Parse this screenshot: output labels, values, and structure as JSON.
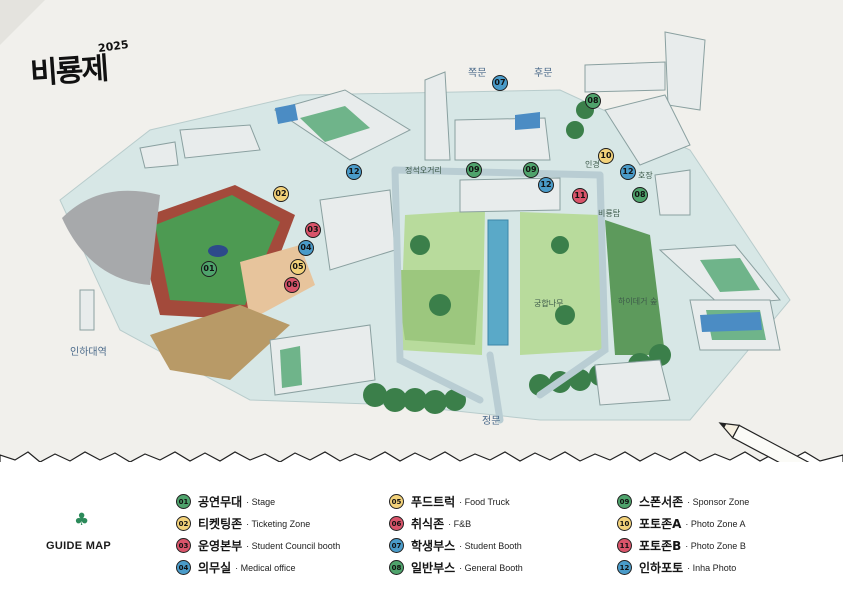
{
  "logo": {
    "name": "비룡제",
    "year": "2025"
  },
  "map_labels": {
    "east_gate": "쪽문",
    "back_gate": "후문",
    "main_gate": "정문",
    "crossroad": "정석오거리",
    "ingyeong": "인경",
    "hojang": "호장",
    "biryong_tower": "비룡탑",
    "tree": "궁합나무",
    "forest": "하이데거 숲",
    "station": "인하대역"
  },
  "pins": [
    {
      "number": "01",
      "color": "#4fa36c"
    },
    {
      "number": "02",
      "color": "#f3d27a"
    },
    {
      "number": "03",
      "color": "#d9546a"
    },
    {
      "number": "04",
      "color": "#4a9bc9"
    },
    {
      "number": "05",
      "color": "#f3d27a"
    },
    {
      "number": "06",
      "color": "#d9546a"
    },
    {
      "number": "07",
      "color": "#4a9bc9"
    },
    {
      "number": "08",
      "color": "#4fa36c"
    },
    {
      "number": "08",
      "color": "#4fa36c"
    },
    {
      "number": "09",
      "color": "#4fa36c"
    },
    {
      "number": "09",
      "color": "#4fa36c"
    },
    {
      "number": "10",
      "color": "#f3d27a"
    },
    {
      "number": "11",
      "color": "#d9546a"
    },
    {
      "number": "12",
      "color": "#4a9bc9"
    },
    {
      "number": "12",
      "color": "#4a9bc9"
    },
    {
      "number": "12",
      "color": "#4a9bc9"
    }
  ],
  "legend": {
    "title": "GUIDE MAP",
    "items": [
      {
        "number": "01",
        "ko": "공연무대",
        "en": "· Stage",
        "color": "#4fa36c"
      },
      {
        "number": "02",
        "ko": "티켓팅존",
        "en": "· Ticketing Zone",
        "color": "#f3d27a"
      },
      {
        "number": "03",
        "ko": "운영본부",
        "en": "· Student Council booth",
        "color": "#d9546a"
      },
      {
        "number": "04",
        "ko": "의무실",
        "en": "· Medical office",
        "color": "#4a9bc9"
      },
      {
        "number": "05",
        "ko": "푸드트럭",
        "en": "· Food Truck",
        "color": "#f3d27a"
      },
      {
        "number": "06",
        "ko": "취식존",
        "en": "· F&B",
        "color": "#d9546a"
      },
      {
        "number": "07",
        "ko": "학생부스",
        "en": "· Student Booth",
        "color": "#4a9bc9"
      },
      {
        "number": "08",
        "ko": "일반부스",
        "en": "· General Booth",
        "color": "#4fa36c"
      },
      {
        "number": "09",
        "ko": "스폰서존",
        "en": "· Sponsor Zone",
        "color": "#4fa36c"
      },
      {
        "number": "10",
        "ko": "포토존A",
        "en": "· Photo Zone A",
        "color": "#f3d27a"
      },
      {
        "number": "11",
        "ko": "포토존B",
        "en": "· Photo Zone B",
        "color": "#d9546a"
      },
      {
        "number": "12",
        "ko": "인하포토",
        "en": "· Inha Photo",
        "color": "#4a9bc9"
      }
    ]
  }
}
